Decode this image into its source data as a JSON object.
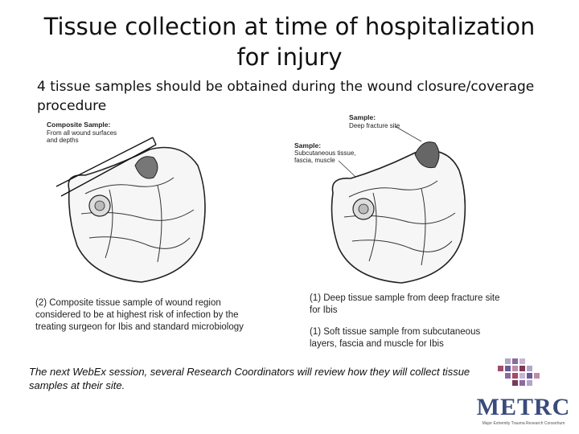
{
  "slide": {
    "title": "Tissue collection at time of hospitalization for injury",
    "subtitle": "4 tissue samples should be obtained during the wound closure/coverage procedure",
    "left_figure": {
      "label_title": "Composite Sample:",
      "label_line1": "From all wound surfaces",
      "label_line2": "and depths"
    },
    "right_figure": {
      "label1_title": "Sample:",
      "label1_text": "Deep fracture site",
      "label2_title": "Sample:",
      "label2_line1": "Subcutaneous tissue,",
      "label2_line2": "fascia, muscle"
    },
    "left_caption": "(2) Composite tissue sample of wound region considered to be at highest risk of infection by the treating surgeon  for Ibis and standard microbiology",
    "right_caption_1": "(1) Deep tissue sample from deep fracture site for Ibis",
    "right_caption_2": "(1) Soft tissue sample from subcutaneous layers, fascia and muscle for Ibis",
    "footer_note": "The next WebEx session, several Research Coordinators will review how they will collect tissue samples at their site.",
    "logo": {
      "name": "METRC",
      "tagline": "Major Extremity Trauma Research Consortium"
    }
  }
}
